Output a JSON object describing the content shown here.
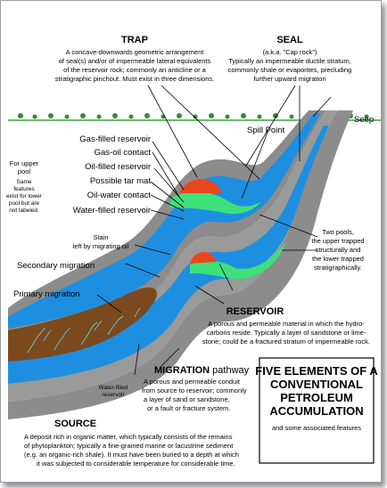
{
  "trap": {
    "heading": "TRAP",
    "lines": [
      "A concave-downwards geometric arrangement",
      "of seal(s) and/or of impermeable lateral equivalents",
      "of the reservoir rock; commonly an anticline or a",
      "stratigraphic pinchout.  Must exist in three dimensions."
    ]
  },
  "seal": {
    "heading": "SEAL",
    "lines": [
      "(a.k.a. \"Cap rock\")",
      "Typically an impermeable ductile stratum,",
      "commonly shale or evaporites, precluding",
      "further upward migration"
    ]
  },
  "labels": {
    "seep": "Seep",
    "spill_point": "Spill Point",
    "gas_reservoir": "Gas-filled reservoir",
    "gas_oil_contact": "Gas-oil contact",
    "oil_reservoir": "Oil-filled reservoir",
    "tar_mat": "Possible tar mat",
    "oil_water_contact": "Oil-water contact",
    "water_reservoir": "Water-filled reservoir",
    "stain_1": "Stain",
    "stain_2": "left by migrating oil",
    "secondary_migration": "Secondary migration",
    "primary_migration": "Primary migration",
    "water_filled_1": "Water-filled",
    "water_filled_2": "reservoir"
  },
  "upper_pool_note": {
    "title_1": "For upper",
    "title_2": "pool",
    "lines": [
      "Same",
      "features",
      "exist for lower",
      "pool but are",
      "not labeled."
    ]
  },
  "two_pools": {
    "lines": [
      "Two pools,",
      "the upper trapped",
      "structurally and",
      "the lower trapped",
      "stratigraphically."
    ]
  },
  "reservoir": {
    "heading": "RESERVOIR",
    "lines": [
      "A porous and permeable material in which the hydro-",
      "carbons reside.  Typically a layer of sandstone or lime-",
      "stone; could be a fractured stratum of impermeable rock."
    ]
  },
  "migration": {
    "heading_bold": "MIGRATION",
    "heading_rest": " pathway",
    "lines": [
      "A porous and permeable conduit",
      "from source to reservoir; commonly",
      "a layer of sand or sandstone,",
      "or a fault or fracture system."
    ]
  },
  "title_box": {
    "lines": [
      "FIVE ELEMENTS OF A",
      "CONVENTIONAL",
      "PETROLEUM",
      "ACCUMULATION"
    ],
    "subtitle": "and some associated features"
  },
  "source": {
    "heading": "SOURCE",
    "lines": [
      "A deposit rich in organic matter, which typically consists of the remains",
      "of phytoplankton; typically a fine-grained marine or lacustrine sediment",
      "(e.g. an organic-rich shale).  It must have been buried to a depth at which",
      "it was subjected to considerable temperature for considerable time."
    ]
  },
  "colors": {
    "seal_gray": "#8c8c8c",
    "reservoir_blue": "#1e8fe0",
    "oil_green": "#3ee07a",
    "gas_red": "#e8461e",
    "source_brown": "#7a4a1e",
    "ground_green": "#3aa63a"
  }
}
